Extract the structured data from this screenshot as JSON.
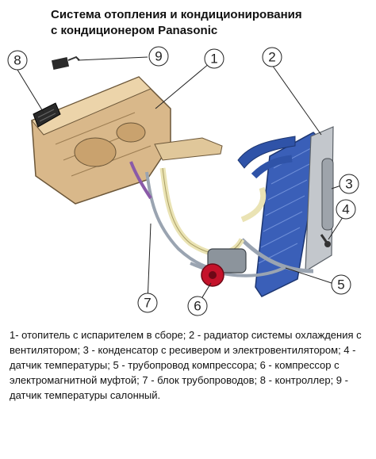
{
  "title": {
    "line1": "Система отопления и кондиционирования",
    "line2": "с кондиционером Panasonic"
  },
  "callouts": [
    "1",
    "2",
    "3",
    "4",
    "5",
    "6",
    "7",
    "8",
    "9"
  ],
  "caption": "1- отопитель с испарителем в сборе; 2 - радиатор системы охлаждения с вентилятором; 3 - конденсатор с ресивером и электровентилятором; 4 - датчик температуры; 5 - трубопровод компрессора; 6 - компрессор с электромагнитной муфтой; 7 - блок трубопроводов; 8 - контроллер; 9 - датчик температуры салонный.",
  "colors": {
    "heater": "#d9b88a",
    "radiator": "#3a5fb8",
    "condenser": "#bfc3c8",
    "pipe_cream": "#eae3b4",
    "pipe_gray": "#9aa4b1",
    "compressor": "#c4122a",
    "hose_purple": "#8a5aa8"
  }
}
